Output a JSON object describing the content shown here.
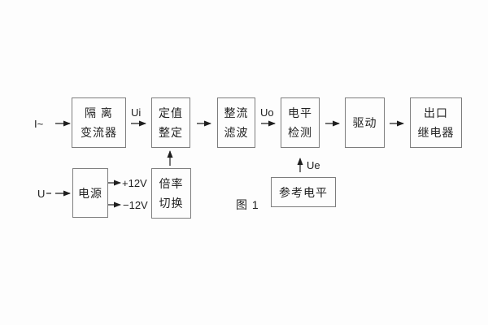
{
  "diagram": {
    "caption": "图 1",
    "blocks": {
      "isolation": {
        "line1": "隔 离",
        "line2": "变流器"
      },
      "setting": {
        "line1": "定值",
        "line2": "整定"
      },
      "rectifier": {
        "line1": "整流",
        "line2": "滤波"
      },
      "level": {
        "line1": "电平",
        "line2": "检测"
      },
      "drive": {
        "line1": "驱动"
      },
      "relay": {
        "line1": "出口",
        "line2": "继电器"
      },
      "power": {
        "line1": "电源"
      },
      "ratio": {
        "line1": "倍率",
        "line2": "切换"
      },
      "reference": {
        "line1": "参考电平"
      }
    },
    "signals": {
      "input_current": "I~",
      "ui": "Ui",
      "uo": "Uo",
      "input_voltage": "U",
      "plus12v": "+12V",
      "minus12v": "−12V",
      "ue": "Ue"
    },
    "colors": {
      "background": "#fdfdfd",
      "border": "#7d7d7d",
      "text": "#222222",
      "line": "#1f1f1f"
    }
  }
}
